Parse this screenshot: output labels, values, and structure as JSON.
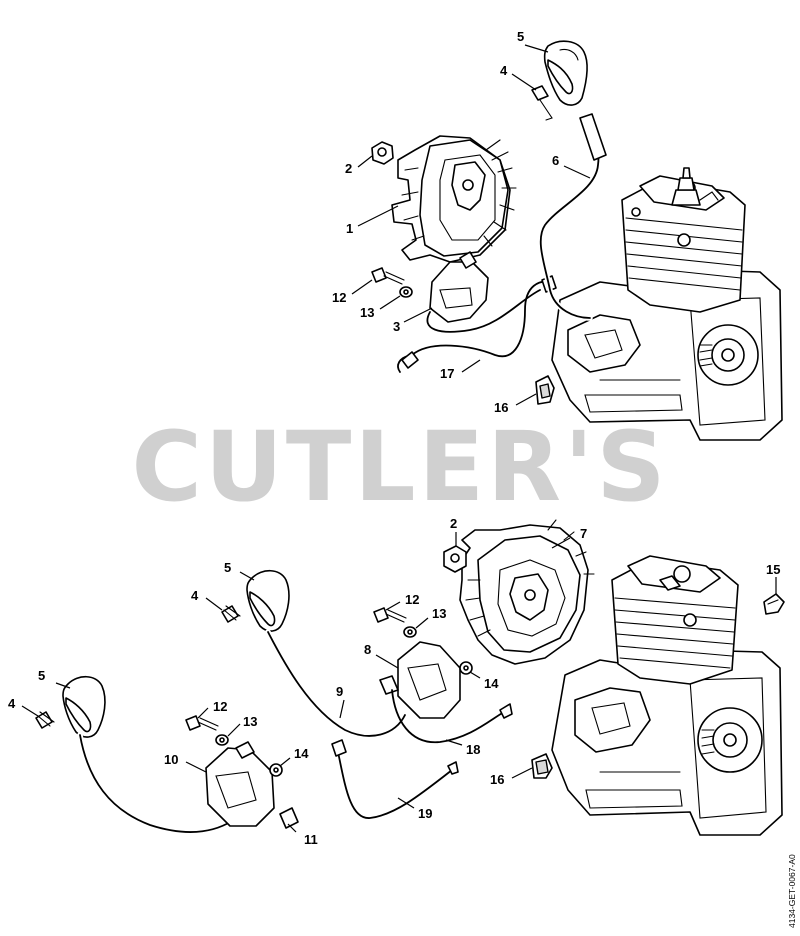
{
  "watermark": "CUTLER'S",
  "document_code": "4134-GET-0067-A0",
  "callouts": {
    "top": {
      "c1": "1",
      "c2": "2",
      "c3": "3",
      "c4": "4",
      "c5": "5",
      "c6": "6",
      "c12": "12",
      "c13": "13",
      "c16": "16",
      "c17": "17"
    },
    "bottom": {
      "c2": "2",
      "c4a": "4",
      "c4b": "4",
      "c5a": "5",
      "c5b": "5",
      "c7": "7",
      "c8": "8",
      "c9": "9",
      "c10": "10",
      "c11": "11",
      "c12a": "12",
      "c12b": "12",
      "c13a": "13",
      "c13b": "13",
      "c14a": "14",
      "c14b": "14",
      "c15": "15",
      "c16": "16",
      "c18": "18",
      "c19": "19"
    }
  }
}
